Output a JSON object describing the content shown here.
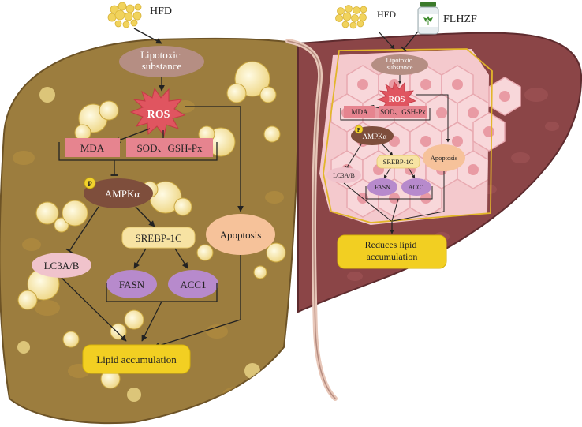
{
  "left": {
    "hfd": "HFD",
    "lipotoxic": "Lipotoxic substance",
    "ros": "ROS",
    "mda": "MDA",
    "sod": "SOD、GSH-Px",
    "ampk": "AMPKα",
    "p": "P",
    "srebp": "SREBP-1C",
    "lc3": "LC3A/B",
    "fasn": "FASN",
    "acc1": "ACC1",
    "apoptosis": "Apoptosis",
    "lipid": "Lipid accumulation"
  },
  "right": {
    "hfd": "HFD",
    "flhzf": "FLHZF",
    "lipotoxic": "Lipotoxic substance",
    "ros": "ROS",
    "mda": "MDA",
    "sod": "SOD、GSH-Px",
    "ampk": "AMPKα",
    "p": "P",
    "srebp": "SREBP-1C",
    "lc3": "LC3A/B",
    "fasn": "FASN",
    "acc1": "ACC1",
    "apoptosis": "Apoptosis",
    "reduces": "Reduces lipid accumulation"
  },
  "colors": {
    "steatotic_liver": "#9c7d3e",
    "healthy_liver": "#8b4547",
    "ros": "#e05560",
    "box_pink": "#e6848f",
    "ampk": "#7e4e3c",
    "srebp": "#f7e3a3",
    "enzyme": "#b78acc",
    "apoptosis": "#f6c29a",
    "lc3": "#f0c3cc",
    "lipid_box": "#f2cf22"
  }
}
